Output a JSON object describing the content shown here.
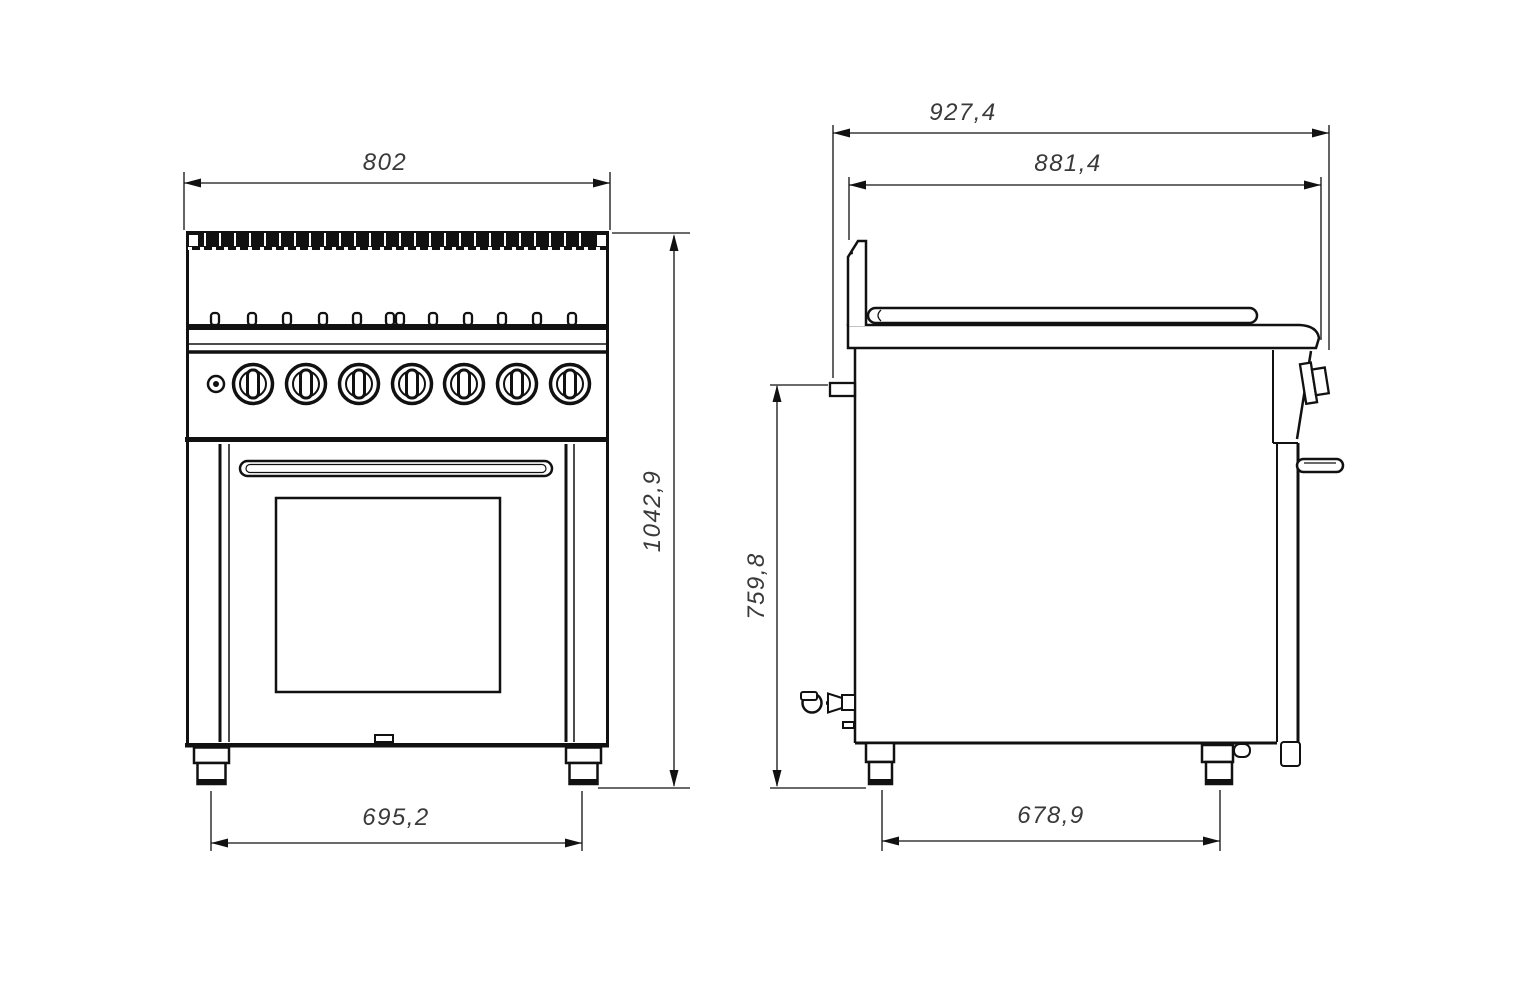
{
  "drawing": {
    "dimensions": {
      "front_width": "802",
      "front_height": "1042,9",
      "front_leg_spacing": "695,2",
      "side_depth_overall": "927,4",
      "side_depth_upper": "881,4",
      "side_height": "759,8",
      "side_leg_spacing": "678,9"
    },
    "front_view": {
      "burner_knobs": 7,
      "indicator_lights": 1,
      "grate_tabs": 12,
      "legs": 2
    },
    "side_view": {
      "control_knobs": 1,
      "legs": 2
    },
    "colors": {
      "line": "#111111",
      "dimension_text": "#3a3a3a",
      "background": "#ffffff"
    }
  }
}
